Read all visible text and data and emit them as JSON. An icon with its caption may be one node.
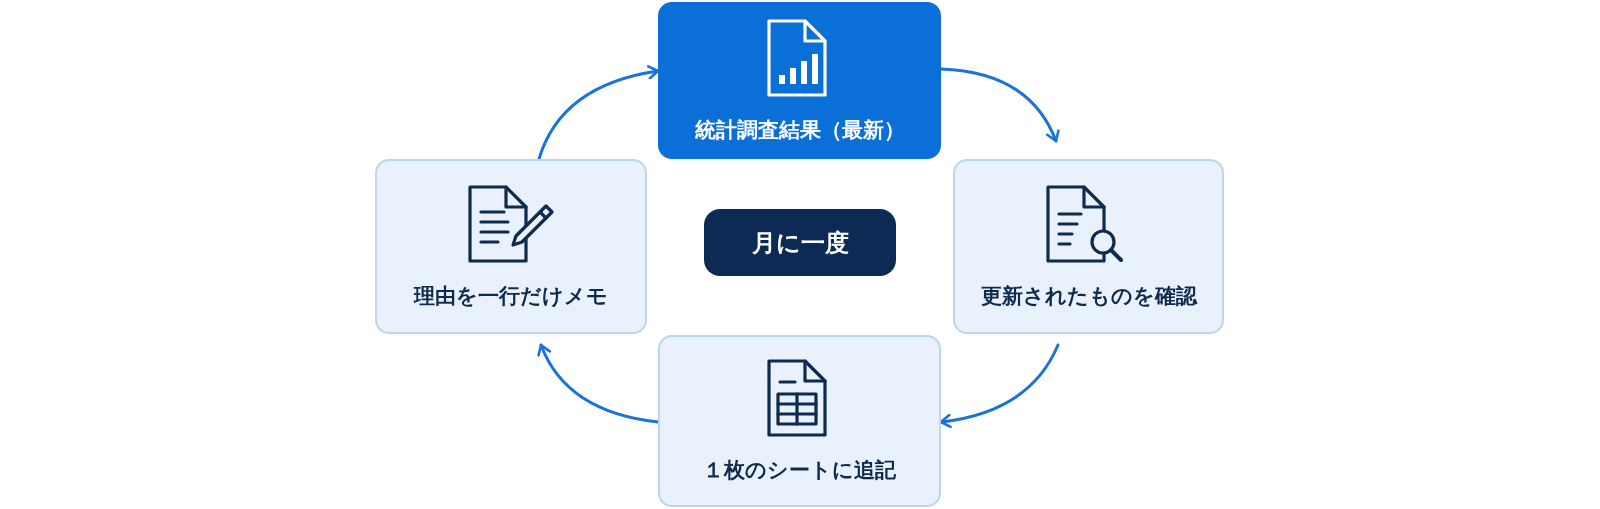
{
  "diagram": {
    "nodes": [
      {
        "text": [
          "統計調査結果（最新）"
        ]
      },
      {
        "text": [
          "更新されたものを確認"
        ]
      },
      {
        "text": [
          "１枚のシートに追記"
        ]
      },
      {
        "text": [
          "理由を一行だけメモ"
        ]
      },
      {
        "text": [
          "月に一度"
        ]
      }
    ],
    "edges": [
      {
        "from": 0,
        "to": 1,
        "arrow": "to"
      },
      {
        "from": 1,
        "to": 2,
        "arrow": "to"
      },
      {
        "from": 2,
        "to": 3,
        "arrow": "to"
      },
      {
        "from": 3,
        "to": 0,
        "arrow": "to"
      }
    ]
  }
}
